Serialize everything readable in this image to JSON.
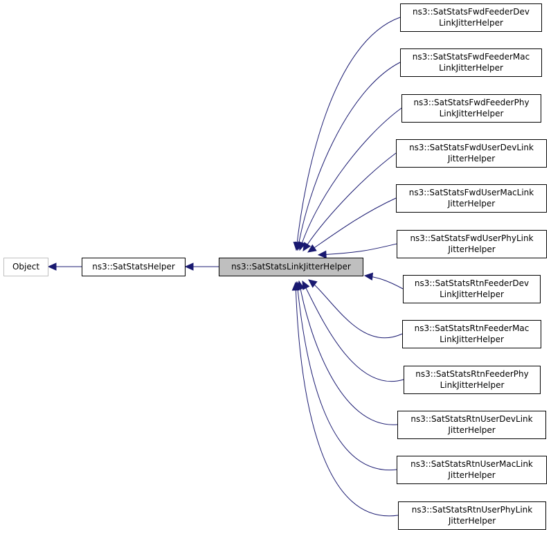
{
  "nodes": {
    "object": {
      "lines": [
        "Object"
      ],
      "kind": "external"
    },
    "sat_stats_helper": {
      "lines": [
        "ns3::SatStatsHelper"
      ],
      "kind": "normal"
    },
    "link_jitter_helper": {
      "lines": [
        "ns3::SatStatsLinkJitterHelper"
      ],
      "kind": "current"
    },
    "fwd_feeder_dev": {
      "lines": [
        "ns3::SatStatsFwdFeederDev",
        "LinkJitterHelper"
      ],
      "kind": "normal"
    },
    "fwd_feeder_mac": {
      "lines": [
        "ns3::SatStatsFwdFeederMac",
        "LinkJitterHelper"
      ],
      "kind": "normal"
    },
    "fwd_feeder_phy": {
      "lines": [
        "ns3::SatStatsFwdFeederPhy",
        "LinkJitterHelper"
      ],
      "kind": "normal"
    },
    "fwd_user_dev": {
      "lines": [
        "ns3::SatStatsFwdUserDevLink",
        "JitterHelper"
      ],
      "kind": "normal"
    },
    "fwd_user_mac": {
      "lines": [
        "ns3::SatStatsFwdUserMacLink",
        "JitterHelper"
      ],
      "kind": "normal"
    },
    "fwd_user_phy": {
      "lines": [
        "ns3::SatStatsFwdUserPhyLink",
        "JitterHelper"
      ],
      "kind": "normal"
    },
    "rtn_feeder_dev": {
      "lines": [
        "ns3::SatStatsRtnFeederDev",
        "LinkJitterHelper"
      ],
      "kind": "normal"
    },
    "rtn_feeder_mac": {
      "lines": [
        "ns3::SatStatsRtnFeederMac",
        "LinkJitterHelper"
      ],
      "kind": "normal"
    },
    "rtn_feeder_phy": {
      "lines": [
        "ns3::SatStatsRtnFeederPhy",
        "LinkJitterHelper"
      ],
      "kind": "normal"
    },
    "rtn_user_dev": {
      "lines": [
        "ns3::SatStatsRtnUserDevLink",
        "JitterHelper"
      ],
      "kind": "normal"
    },
    "rtn_user_mac": {
      "lines": [
        "ns3::SatStatsRtnUserMacLink",
        "JitterHelper"
      ],
      "kind": "normal"
    },
    "rtn_user_phy": {
      "lines": [
        "ns3::SatStatsRtnUserPhyLink",
        "JitterHelper"
      ],
      "kind": "normal"
    }
  },
  "edges": [
    {
      "from": "sat_stats_helper",
      "to": "object"
    },
    {
      "from": "link_jitter_helper",
      "to": "sat_stats_helper"
    },
    {
      "from": "fwd_feeder_dev",
      "to": "link_jitter_helper"
    },
    {
      "from": "fwd_feeder_mac",
      "to": "link_jitter_helper"
    },
    {
      "from": "fwd_feeder_phy",
      "to": "link_jitter_helper"
    },
    {
      "from": "fwd_user_dev",
      "to": "link_jitter_helper"
    },
    {
      "from": "fwd_user_mac",
      "to": "link_jitter_helper"
    },
    {
      "from": "fwd_user_phy",
      "to": "link_jitter_helper"
    },
    {
      "from": "rtn_feeder_dev",
      "to": "link_jitter_helper"
    },
    {
      "from": "rtn_feeder_mac",
      "to": "link_jitter_helper"
    },
    {
      "from": "rtn_feeder_phy",
      "to": "link_jitter_helper"
    },
    {
      "from": "rtn_user_dev",
      "to": "link_jitter_helper"
    },
    {
      "from": "rtn_user_mac",
      "to": "link_jitter_helper"
    },
    {
      "from": "rtn_user_phy",
      "to": "link_jitter_helper"
    }
  ],
  "colors": {
    "edge": "#191970",
    "current_fill": "#bfbfbf",
    "external_border": "#bfbfbf",
    "border": "#000000"
  }
}
